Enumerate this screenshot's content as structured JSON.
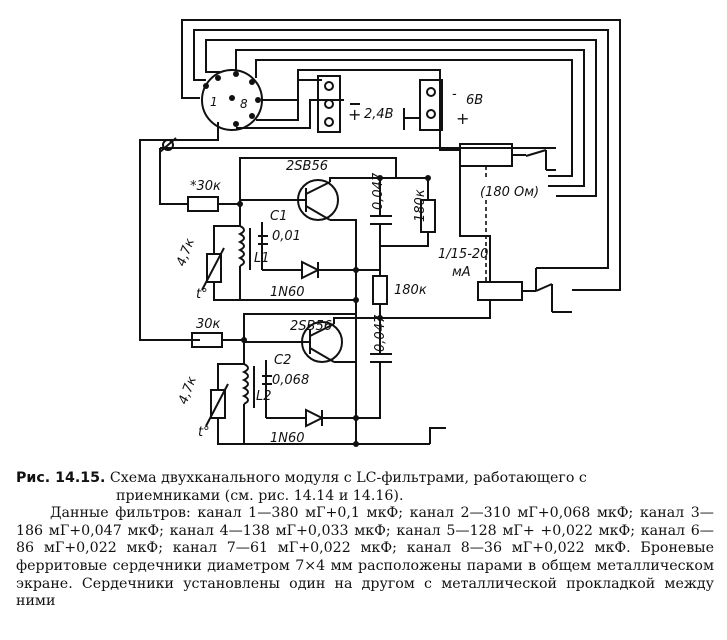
{
  "schematic": {
    "connector_pins": [
      "1",
      "8"
    ],
    "supply_1": {
      "sign": "+",
      "value": "2,4В"
    },
    "supply_2": {
      "minus": "-",
      "value": "6В",
      "plus": "+"
    },
    "relay": {
      "resistance": "(180 Ом)"
    },
    "meter": {
      "range_line1": "1/15-20",
      "range_line2": "мА"
    },
    "stage1": {
      "transistor": "2SB56",
      "resistor_input": "*30к",
      "cap_name": "C1",
      "cap_value": "0,01",
      "coil": "L1",
      "thermistor": "4,7к",
      "thermistor_temp": "t°",
      "diode": "1N60",
      "cap_collector": "0,047",
      "resistor_collector": "180к",
      "resistor_load": "180к"
    },
    "stage2": {
      "transistor": "2SB56",
      "resistor_input": "30к",
      "cap_name": "C2",
      "cap_value": "0,068",
      "coil": "L2",
      "thermistor": "4,7к",
      "thermistor_temp": "t°",
      "diode": "1N60",
      "cap_collector": "0,047"
    }
  },
  "caption": {
    "fig_number": "Рис. 14.15.",
    "title": "Схема двухканального модуля с LC-фильтрами, работающего с",
    "subtitle": "приемниками (см. рис. 14.14 и 14.16).",
    "body_1": "Данные фильтров: канал 1—380 мГ+0,1 мкФ; канал 2—310 мГ+0,068 мкФ; канал 3—186 мГ+0,047 мкФ; канал 4—138 мГ+0,033 мкФ; канал 5—128 мГ+ +0,022 мкФ; канал 6—86 мГ+0,022 мкФ; канал 7—61 мГ+0,022 мкФ; канал 8—36 мГ+0,022 мкФ.",
    "body_2": "Броневые ферритовые сердечники диаметром 7×4 мм расположены парами в общем металлическом экране. Сердечники установлены один на другом с металлической прокладкой между ними"
  }
}
